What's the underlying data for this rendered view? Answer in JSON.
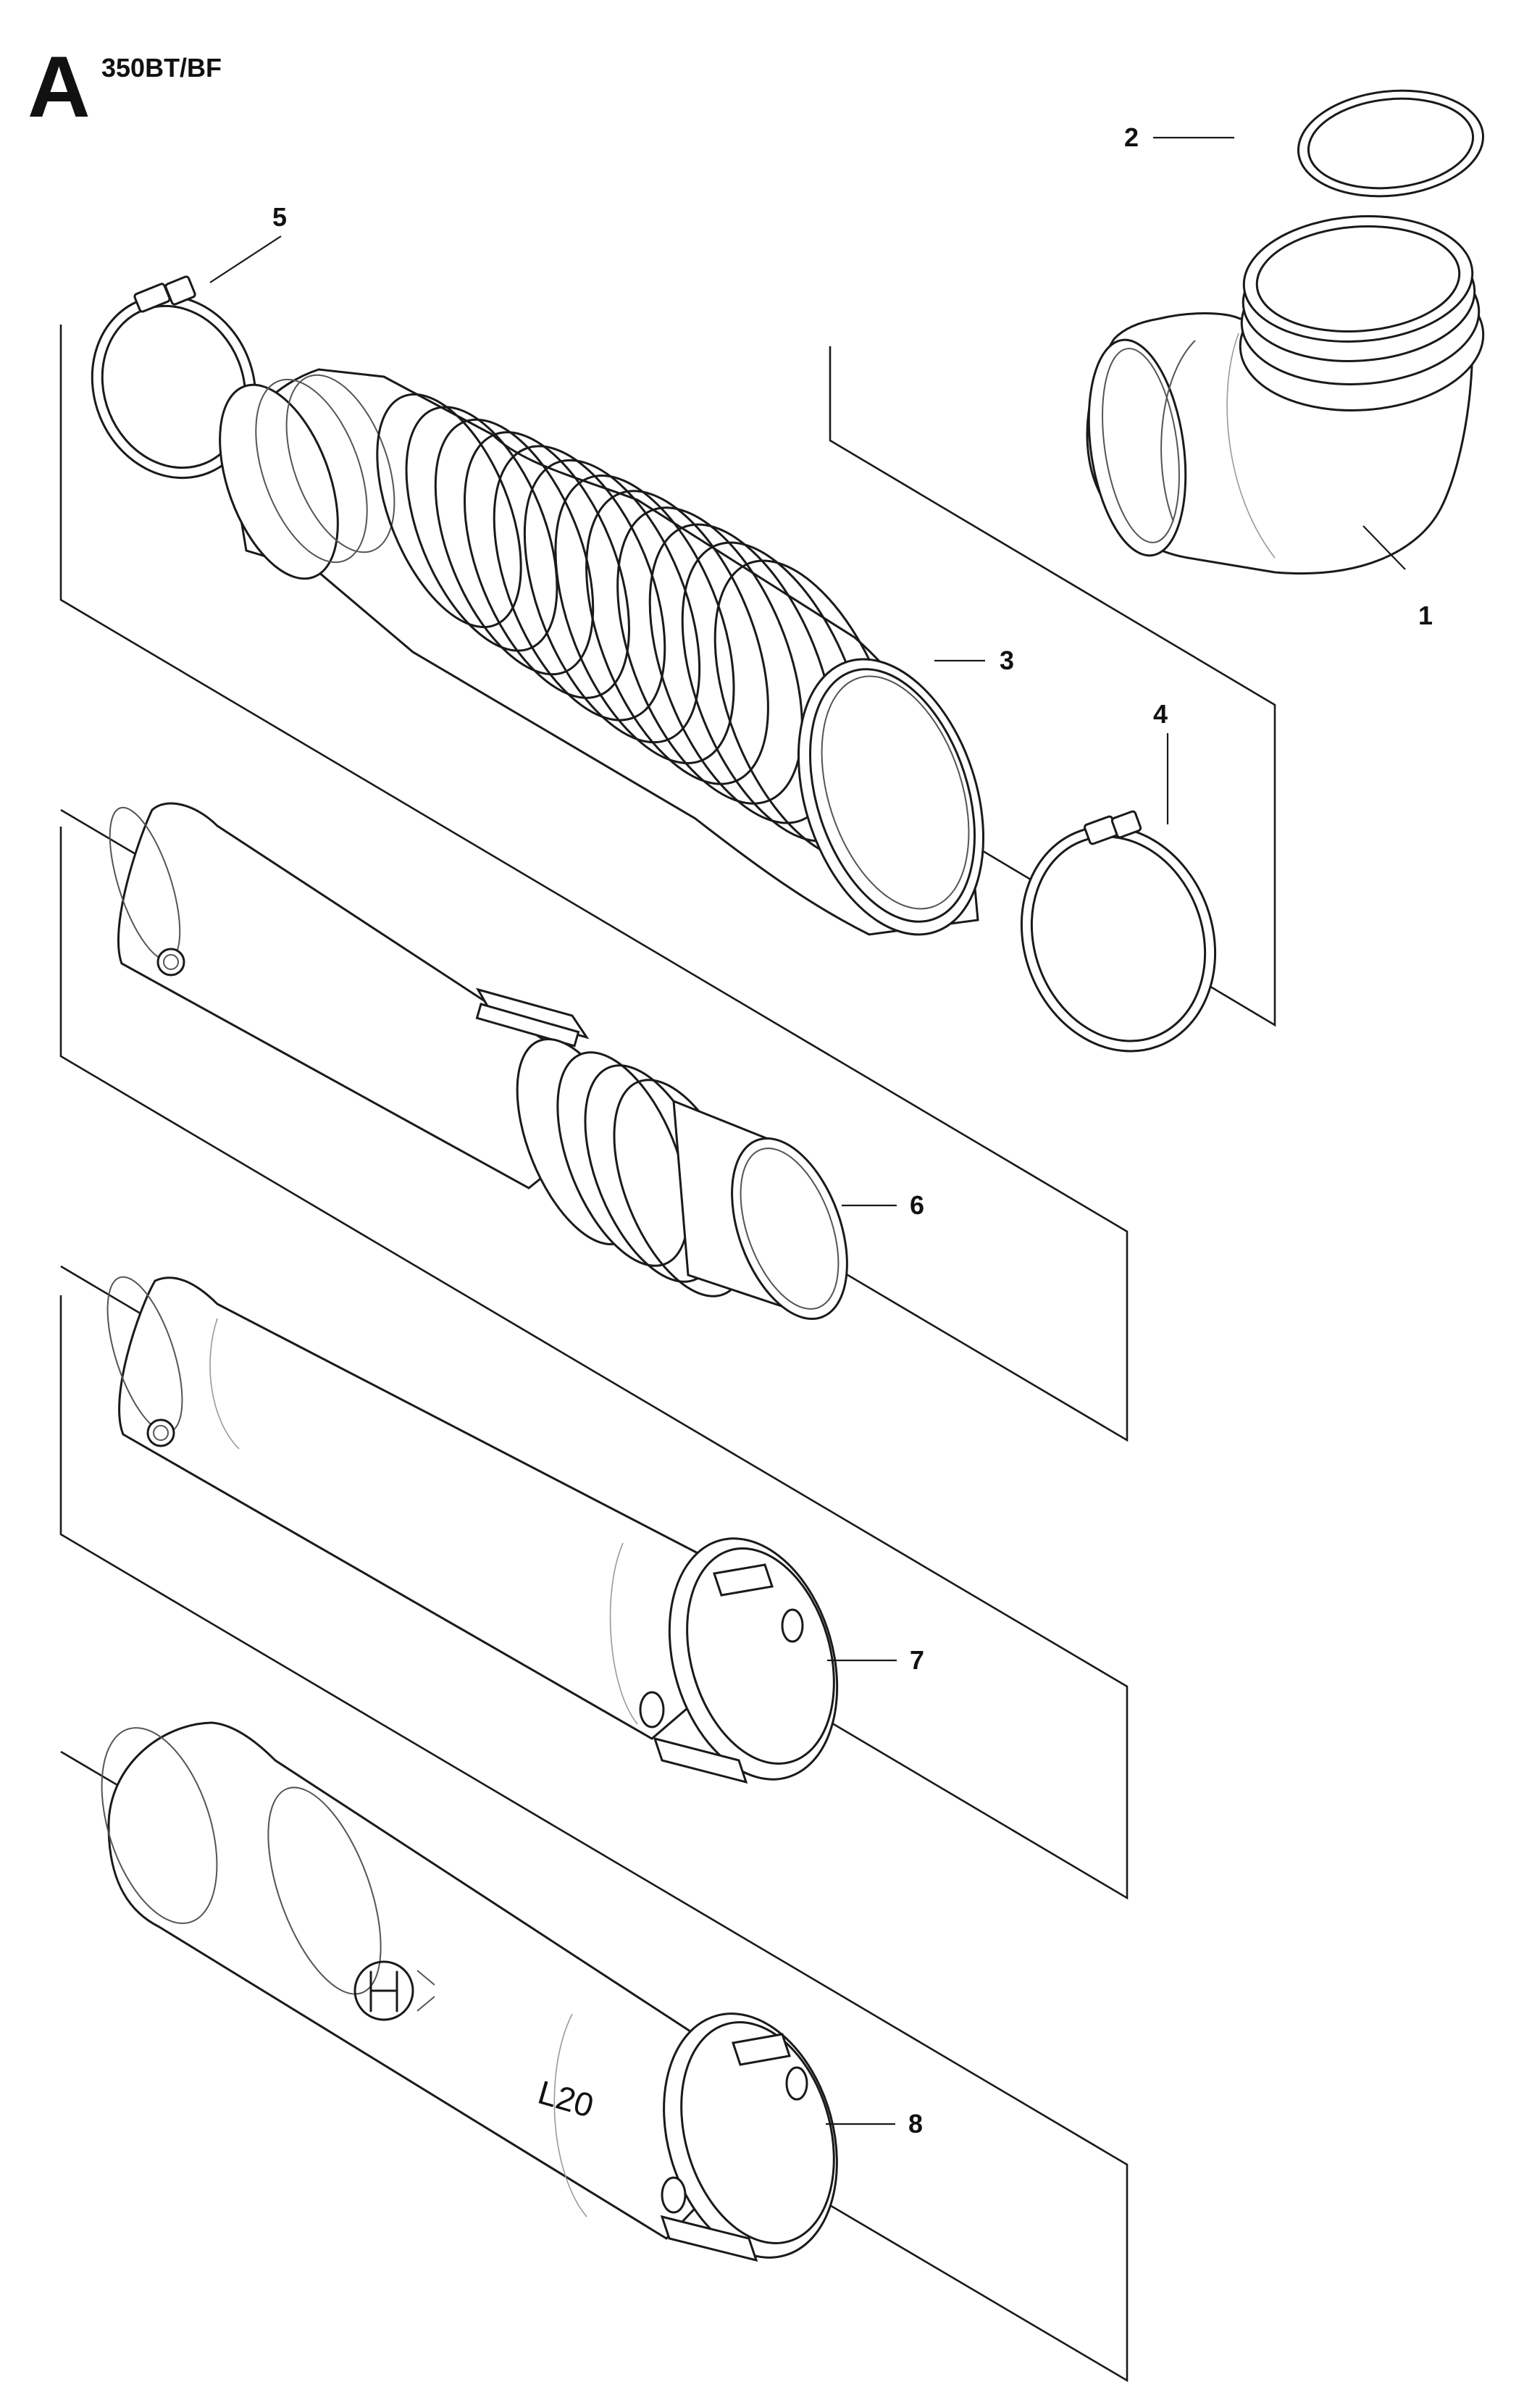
{
  "header": {
    "section_letter": "A",
    "model": "350BT/BF"
  },
  "callouts": [
    {
      "part": "1",
      "label": "1"
    },
    {
      "part": "2",
      "label": "2"
    },
    {
      "part": "3",
      "label": "3"
    },
    {
      "part": "4",
      "label": "4"
    },
    {
      "part": "5",
      "label": "5"
    },
    {
      "part": "6",
      "label": "6"
    },
    {
      "part": "7",
      "label": "7"
    },
    {
      "part": "8",
      "label": "8"
    }
  ],
  "parts": {
    "elbow": "elbow-pipe",
    "ring": "seal-ring",
    "bellows": "bellows-hose",
    "clamp_right": "hose-clamp",
    "clamp_left": "hose-clamp",
    "tube_6": "blower-tube-with-handle-bracket",
    "tube_7": "blower-tube",
    "tube_8": "blower-nozzle-tube"
  },
  "nozzle_markings": {
    "size_code": "L20"
  }
}
